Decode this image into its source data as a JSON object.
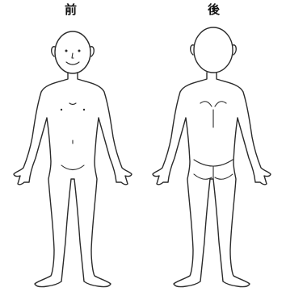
{
  "labels": {
    "front": "前",
    "back": "後"
  },
  "figures": [
    {
      "view": "front",
      "icon": "body-front-figure"
    },
    {
      "view": "back",
      "icon": "body-back-figure"
    }
  ],
  "colors": {
    "background": "#ffffff",
    "line": "#2b2b2b"
  }
}
